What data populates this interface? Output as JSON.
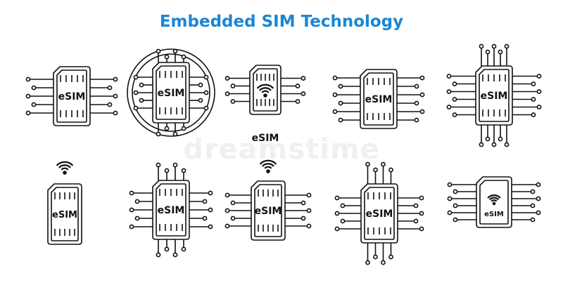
{
  "title": "Embedded SIM Technology",
  "chip_label": "eSIM",
  "watermark": "dreamstime",
  "colors": {
    "title": "#1a86d6",
    "stroke": "#111111"
  },
  "icons": [
    {
      "name": "esim-chip-icon-1",
      "label": "eSIM"
    },
    {
      "name": "esim-chip-circuit-ring-icon",
      "label": "eSIM"
    },
    {
      "name": "esim-wifi-chip-icon",
      "label": "eSIM"
    },
    {
      "name": "esim-chip-icon-4",
      "label": "eSIM"
    },
    {
      "name": "esim-chip-vertical-pins-icon",
      "label": "eSIM"
    },
    {
      "name": "esim-wireless-card-icon",
      "label": "eSIM"
    },
    {
      "name": "esim-chip-icon-7",
      "label": "eSIM"
    },
    {
      "name": "esim-wifi-card-icon",
      "label": "eSIM"
    },
    {
      "name": "esim-chip-icon-9",
      "label": "eSIM"
    },
    {
      "name": "esim-wifi-small-chip-icon",
      "label": "eSIM"
    }
  ]
}
